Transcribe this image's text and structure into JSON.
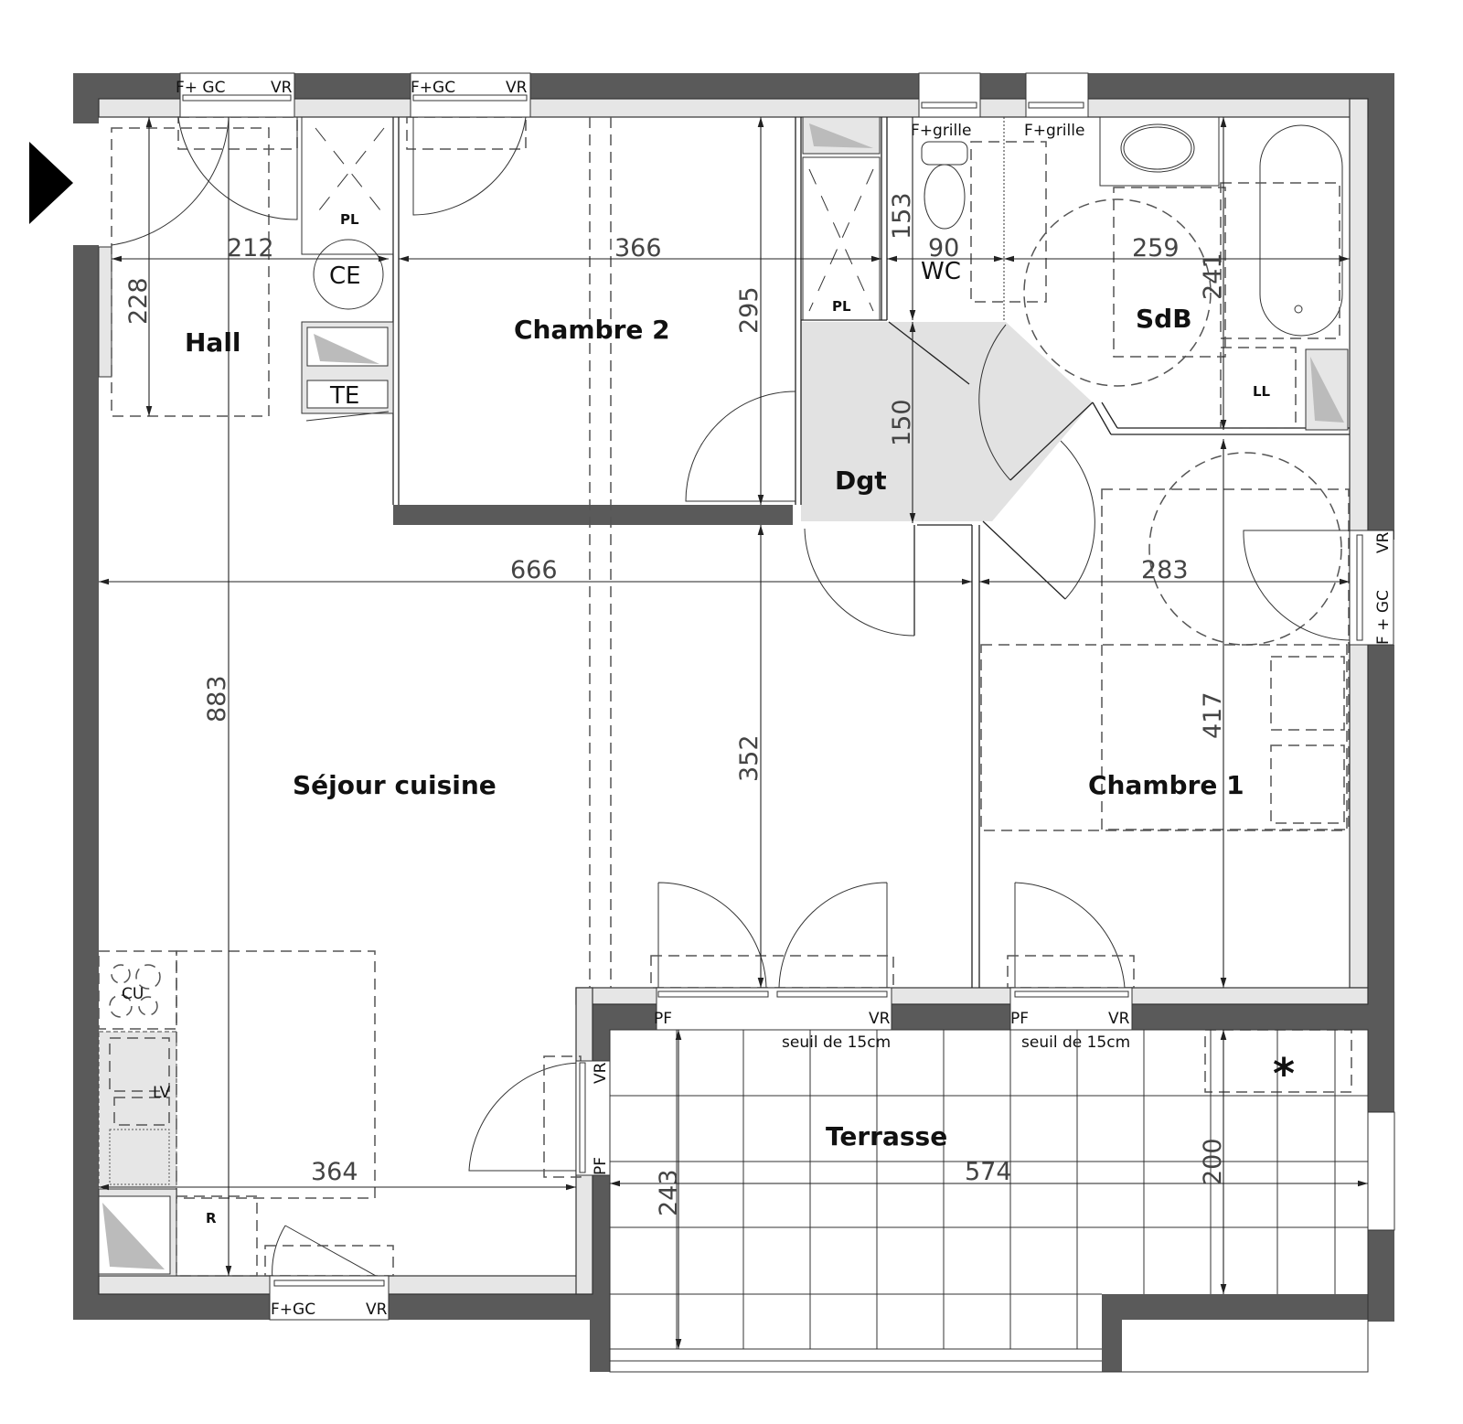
{
  "plan": {
    "rooms": {
      "hall": "Hall",
      "chambre2": "Chambre 2",
      "sejour": "Séjour cuisine",
      "dgt": "Dgt",
      "wc": "WC",
      "sdb": "SdB",
      "chambre1": "Chambre 1",
      "terrasse": "Terrasse"
    },
    "equipment": {
      "ce": "CE",
      "te": "TE",
      "pl_hall": "PL",
      "pl_dgt": "PL",
      "ll": "LL",
      "cu": "CU",
      "lv": "LV",
      "r": "R",
      "star": "*"
    },
    "windows": {
      "hall_fgc": "F+ GC",
      "hall_vr": "VR",
      "ch2_fgc": "F+GC",
      "ch2_vr": "VR",
      "wc_grille": "F+grille",
      "sdb_grille": "F+grille",
      "ch1_vr": "VR",
      "ch1_fgc": "F + GC",
      "sej_pf1": "PF",
      "sej_vr1": "VR",
      "ch1_pf": "PF",
      "ch1_vr2": "VR",
      "sej_side_vr": "VR",
      "sej_side_pf": "PF",
      "sej_bottom_fgc": "F+GC",
      "sej_bottom_vr": "VR",
      "seuil1": "seuil de 15cm",
      "seuil2": "seuil de 15cm"
    },
    "dimensions": {
      "hall_w": "212",
      "hall_h": "228",
      "ch2_w": "366",
      "ch2_h": "295",
      "wc_h": "153",
      "wc_w": "90",
      "sdb_w": "259",
      "sdb_h": "241",
      "dgt_h": "150",
      "sejour_w": "666",
      "ch1_w": "283",
      "sejour_h": "883",
      "sejour_h2": "352",
      "ch1_h": "417",
      "kitchen_w": "364",
      "terrasse_w": "574",
      "terrasse_h": "243",
      "terrasse_h2": "200"
    }
  }
}
